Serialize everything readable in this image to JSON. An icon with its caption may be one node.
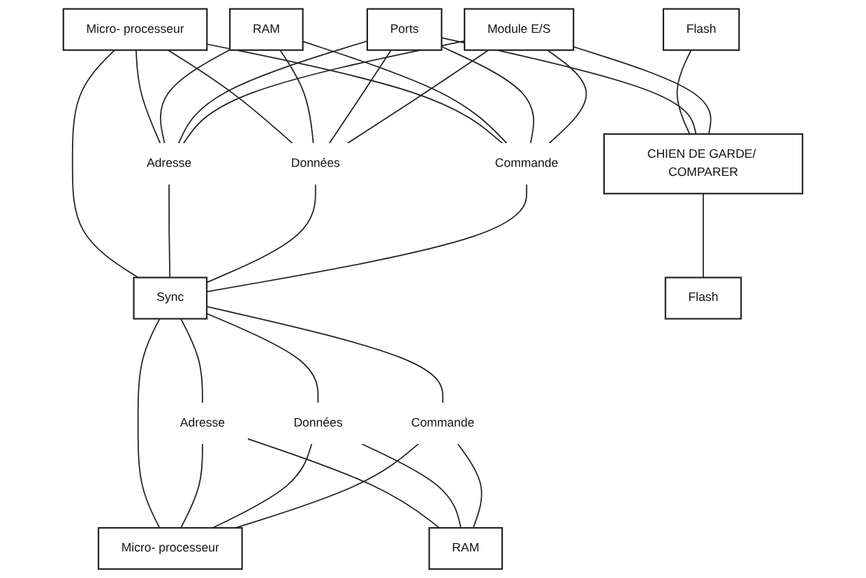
{
  "diagram": {
    "nodes": [
      {
        "text": [
          "Micro- processeur"
        ]
      },
      {
        "text": [
          "Flash"
        ]
      },
      {
        "text": [
          "RAM"
        ]
      },
      {
        "text": [
          "Ports"
        ]
      },
      {
        "text": [
          "Module E/S"
        ]
      },
      {
        "text": [
          "Adresse"
        ]
      },
      {
        "text": [
          "Données"
        ]
      },
      {
        "text": [
          "Commande"
        ]
      },
      {
        "text": [
          "Sync"
        ]
      },
      {
        "text": [
          "CHIEN DE GARDE/ COMPARER"
        ]
      },
      {
        "text": [
          "Adresse"
        ]
      },
      {
        "text": [
          "Données"
        ]
      },
      {
        "text": [
          "Commande"
        ]
      },
      {
        "text": [
          "Micro- processeur"
        ]
      },
      {
        "text": [
          "Flash"
        ]
      },
      {
        "text": [
          "RAM"
        ]
      }
    ],
    "edges": [
      {
        "from": 0,
        "to": 5,
        "arrow": "none"
      },
      {
        "from": 0,
        "to": 6,
        "arrow": "none"
      },
      {
        "from": 0,
        "to": 7,
        "arrow": "none"
      },
      {
        "from": 2,
        "to": 5,
        "arrow": "none"
      },
      {
        "from": 2,
        "to": 6,
        "arrow": "none"
      },
      {
        "from": 2,
        "to": 7,
        "arrow": "none"
      },
      {
        "from": 3,
        "to": 5,
        "arrow": "none"
      },
      {
        "from": 3,
        "to": 6,
        "arrow": "none"
      },
      {
        "from": 3,
        "to": 7,
        "arrow": "none"
      },
      {
        "from": 4,
        "to": 5,
        "arrow": "none"
      },
      {
        "from": 4,
        "to": 6,
        "arrow": "none"
      },
      {
        "from": 4,
        "to": 7,
        "arrow": "none"
      },
      {
        "from": 0,
        "to": 8,
        "arrow": "none"
      },
      {
        "from": 5,
        "to": 8,
        "arrow": "none"
      },
      {
        "from": 6,
        "to": 8,
        "arrow": "none"
      },
      {
        "from": 7,
        "to": 8,
        "arrow": "none"
      },
      {
        "from": 1,
        "to": 9,
        "arrow": "none"
      },
      {
        "from": 3,
        "to": 9,
        "arrow": "none"
      },
      {
        "from": 4,
        "to": 9,
        "arrow": "none"
      },
      {
        "from": 8,
        "to": 10,
        "arrow": "none"
      },
      {
        "from": 8,
        "to": 11,
        "arrow": "none"
      },
      {
        "from": 8,
        "to": 12,
        "arrow": "none"
      },
      {
        "from": 8,
        "to": 13,
        "arrow": "none"
      },
      {
        "from": 10,
        "to": 13,
        "arrow": "none"
      },
      {
        "from": 11,
        "to": 13,
        "arrow": "none"
      },
      {
        "from": 12,
        "to": 13,
        "arrow": "none"
      },
      {
        "from": 9,
        "to": 14,
        "arrow": "none"
      },
      {
        "from": 10,
        "to": 15,
        "arrow": "none"
      },
      {
        "from": 11,
        "to": 15,
        "arrow": "none"
      },
      {
        "from": 12,
        "to": 15,
        "arrow": "none"
      }
    ]
  }
}
